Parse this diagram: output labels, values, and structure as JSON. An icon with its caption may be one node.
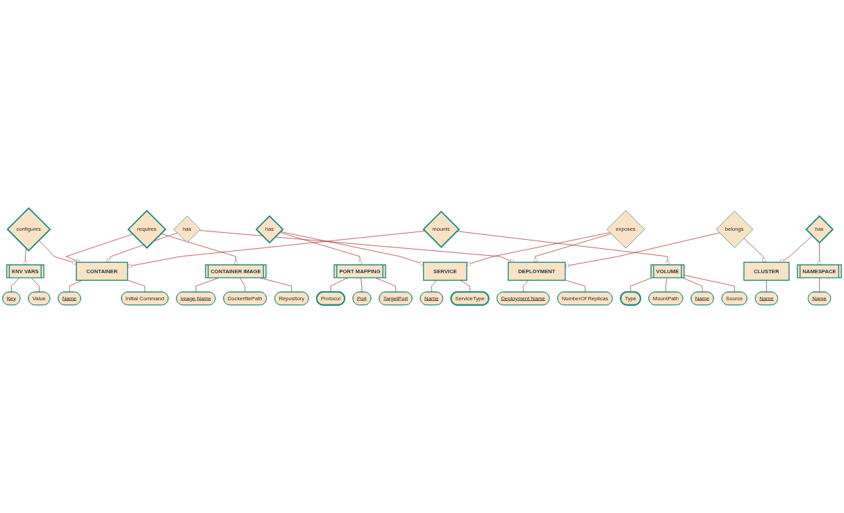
{
  "diagram": {
    "nodes": [
      {
        "text": [
          "Key"
        ]
      },
      {
        "text": [
          "Value"
        ]
      },
      {
        "text": [
          "Image Name"
        ]
      },
      {
        "text": [
          "DockerfilePath"
        ]
      },
      {
        "text": [
          "Protocol"
        ]
      },
      {
        "text": [
          "ENV VARS"
        ]
      },
      {
        "text": [
          "CONTAINER IMAGE"
        ]
      },
      {
        "text": [
          "PORT MAPPING"
        ]
      },
      {
        "text": [
          "Port"
        ]
      },
      {
        "text": [
          "TargetPort"
        ]
      },
      {
        "text": [
          "Repository"
        ]
      },
      {
        "text": [
          "configures"
        ]
      },
      {
        "text": [
          "requires"
        ]
      },
      {
        "text": [
          "has"
        ]
      },
      {
        "text": [
          "Name"
        ]
      },
      {
        "text": [
          "CONTAINER"
        ]
      },
      {
        "text": [
          "has"
        ]
      },
      {
        "text": [
          "DEPLOYMENT"
        ]
      },
      {
        "text": [
          "exposes"
        ]
      },
      {
        "text": [
          "SERVICE"
        ]
      },
      {
        "text": [
          "Name"
        ]
      },
      {
        "text": [
          "Initial Command"
        ]
      },
      {
        "text": [
          "Deployment Name"
        ]
      },
      {
        "text": [
          "NumberOf Replicas"
        ]
      },
      {
        "text": [
          "ServiceType"
        ]
      },
      {
        "text": [
          "mounts"
        ]
      },
      {
        "text": [
          "belongs"
        ]
      },
      {
        "text": [
          "Type"
        ]
      },
      {
        "text": [
          "VOLUME"
        ]
      },
      {
        "text": [
          "CLUSTER"
        ]
      },
      {
        "text": [
          "has"
        ]
      },
      {
        "text": [
          "NAMESPACE"
        ]
      },
      {
        "text": [
          "Name"
        ]
      },
      {
        "text": [
          "MountPath"
        ]
      },
      {
        "text": [
          "Name"
        ]
      },
      {
        "text": [
          "Source"
        ]
      },
      {
        "text": [
          "Name"
        ]
      }
    ],
    "edges": [
      {
        "from": 5,
        "to": 0,
        "arrow": "none"
      },
      {
        "from": 5,
        "to": 1,
        "arrow": "none"
      },
      {
        "from": 6,
        "to": 2,
        "arrow": "none"
      },
      {
        "from": 6,
        "to": 3,
        "arrow": "none"
      },
      {
        "from": 7,
        "to": 4,
        "arrow": "none"
      },
      {
        "from": 7,
        "to": 8,
        "arrow": "none"
      },
      {
        "from": 7,
        "to": 9,
        "arrow": "none"
      },
      {
        "from": 6,
        "to": 10,
        "arrow": "none"
      },
      {
        "from": 11,
        "to": 5,
        "arrow": "other"
      },
      {
        "from": 12,
        "to": 6,
        "arrow": "other"
      },
      {
        "from": 13,
        "to": 7,
        "arrow": "other"
      },
      {
        "from": 11,
        "to": 15,
        "arrow": "other"
      },
      {
        "from": 12,
        "to": 15,
        "arrow": "other"
      },
      {
        "from": 13,
        "to": 19,
        "arrow": "other"
      },
      {
        "from": 15,
        "to": 14,
        "arrow": "none"
      },
      {
        "from": 16,
        "to": 15,
        "arrow": "other"
      },
      {
        "from": 16,
        "to": 17,
        "arrow": "other"
      },
      {
        "from": 18,
        "to": 17,
        "arrow": "other"
      },
      {
        "from": 18,
        "to": 19,
        "arrow": "other"
      },
      {
        "from": 19,
        "to": 20,
        "arrow": "none"
      },
      {
        "from": 15,
        "to": 21,
        "arrow": "none"
      },
      {
        "from": 17,
        "to": 22,
        "arrow": "none"
      },
      {
        "from": 17,
        "to": 23,
        "arrow": "none"
      },
      {
        "from": 19,
        "to": 24,
        "arrow": "none"
      },
      {
        "from": 25,
        "to": 15,
        "arrow": "other"
      },
      {
        "from": 25,
        "to": 28,
        "arrow": "other"
      },
      {
        "from": 26,
        "to": 17,
        "arrow": "other"
      },
      {
        "from": 26,
        "to": 29,
        "arrow": "other"
      },
      {
        "from": 28,
        "to": 27,
        "arrow": "none"
      },
      {
        "from": 30,
        "to": 29,
        "arrow": "other"
      },
      {
        "from": 30,
        "to": 31,
        "arrow": "other"
      },
      {
        "from": 31,
        "to": 32,
        "arrow": "none"
      },
      {
        "from": 28,
        "to": 33,
        "arrow": "none"
      },
      {
        "from": 28,
        "to": 34,
        "arrow": "none"
      },
      {
        "from": 28,
        "to": 35,
        "arrow": "none"
      },
      {
        "from": 29,
        "to": 36,
        "arrow": "none"
      }
    ]
  }
}
